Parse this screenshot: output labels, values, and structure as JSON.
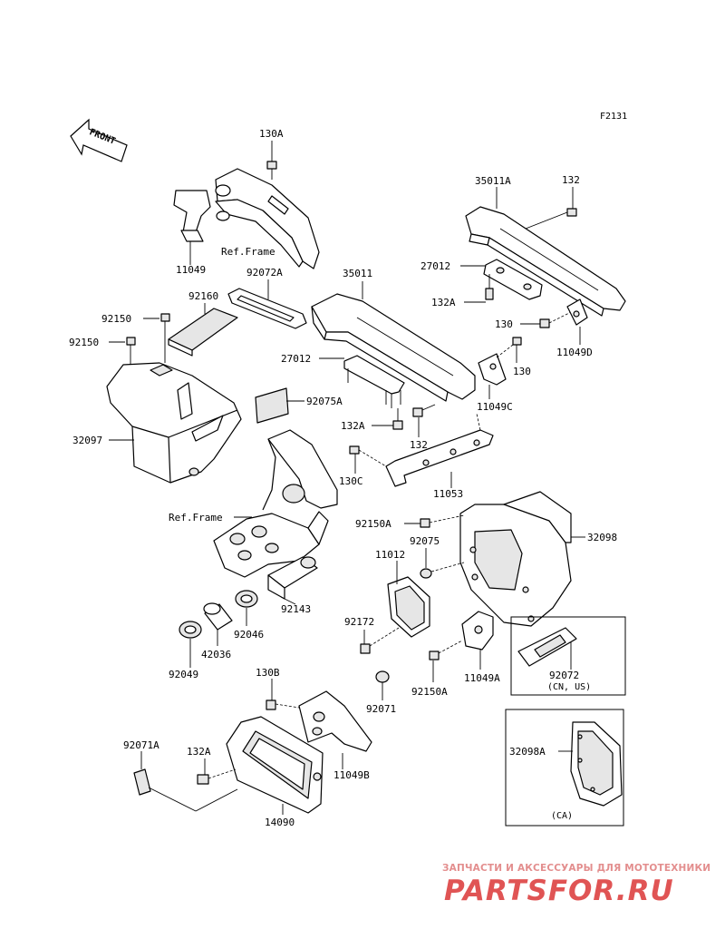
{
  "figure_code": "F2131",
  "front_label": "FRONT",
  "labels": {
    "p130A_top": "130A",
    "p11049": "11049",
    "refframe_top": "Ref.Frame",
    "p92072A": "92072A",
    "p92160": "92160",
    "p92150_a": "92150",
    "p92150_b": "92150",
    "p32097": "32097",
    "p35011A": "35011A",
    "p132_top": "132",
    "p27012_a": "27012",
    "p132A_a": "132A",
    "p130_a": "130",
    "p11049D": "11049D",
    "p130_b": "130",
    "p35011": "35011",
    "p27012_b": "27012",
    "p92075A": "92075A",
    "p132A_b": "132A",
    "p132_mid": "132",
    "p11049C": "11049C",
    "p130C": "130C",
    "p11053": "11053",
    "refframe_mid": "Ref.Frame",
    "p92150A_a": "92150A",
    "p32098": "32098",
    "p92075": "92075",
    "p11012": "11012",
    "p92143": "92143",
    "p92172": "92172",
    "p92046": "92046",
    "p42036": "42036",
    "p92049": "92049",
    "p11049A": "11049A",
    "p92150A_b": "92150A",
    "p92072": "92072",
    "p92072_region": "(CN, US)",
    "p92071": "92071",
    "p130B": "130B",
    "p92071A": "92071A",
    "p132A_c": "132A",
    "p11049B": "11049B",
    "p32098A": "32098A",
    "p32098A_region": "(CA)",
    "p14090": "14090"
  },
  "watermark": {
    "tagline": "ЗАПЧАСТИ И АКСЕССУАРЫ ДЛЯ МОТОТЕХНИКИ",
    "site": "PARTSFOR.RU"
  },
  "colors": {
    "line": "#000000",
    "background": "#ffffff",
    "watermark_red": "#e05454",
    "watermark_pink": "#e38e8e"
  }
}
